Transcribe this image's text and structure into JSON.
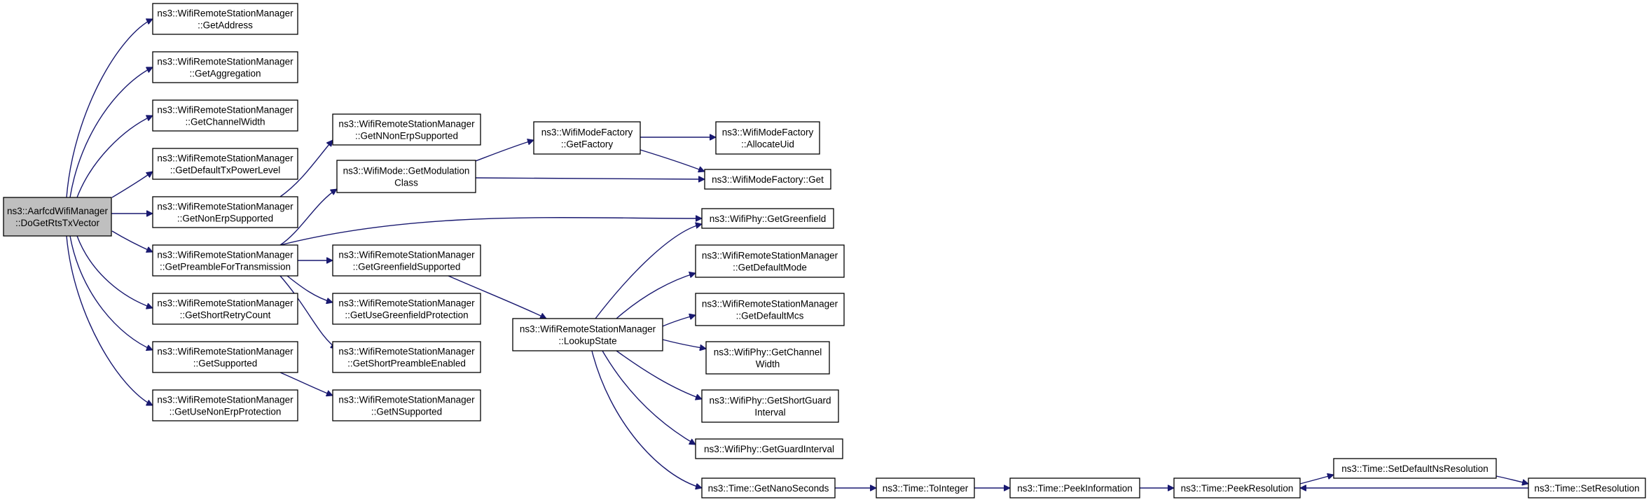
{
  "colors": {
    "edge": "#191970",
    "root_fill": "#bfbfbf",
    "node_fill": "#ffffff",
    "border": "#000000"
  },
  "nodes": [
    {
      "id": "root",
      "lines": [
        "ns3::AarfcdWifiManager",
        "::DoGetRtsTxVector"
      ]
    },
    {
      "id": "getAddress",
      "lines": [
        "ns3::WifiRemoteStationManager",
        "::GetAddress"
      ]
    },
    {
      "id": "getAggregation",
      "lines": [
        "ns3::WifiRemoteStationManager",
        "::GetAggregation"
      ]
    },
    {
      "id": "getChannelWidth",
      "lines": [
        "ns3::WifiRemoteStationManager",
        "::GetChannelWidth"
      ]
    },
    {
      "id": "getDefaultTxPowerLevel",
      "lines": [
        "ns3::WifiRemoteStationManager",
        "::GetDefaultTxPowerLevel"
      ]
    },
    {
      "id": "getNonErpSupported",
      "lines": [
        "ns3::WifiRemoteStationManager",
        "::GetNonErpSupported"
      ]
    },
    {
      "id": "getPreambleForTransmission",
      "lines": [
        "ns3::WifiRemoteStationManager",
        "::GetPreambleForTransmission"
      ]
    },
    {
      "id": "getShortRetryCount",
      "lines": [
        "ns3::WifiRemoteStationManager",
        "::GetShortRetryCount"
      ]
    },
    {
      "id": "getSupported",
      "lines": [
        "ns3::WifiRemoteStationManager",
        "::GetSupported"
      ]
    },
    {
      "id": "getUseNonErpProtection",
      "lines": [
        "ns3::WifiRemoteStationManager",
        "::GetUseNonErpProtection"
      ]
    },
    {
      "id": "getNNonErpSupported",
      "lines": [
        "ns3::WifiRemoteStationManager",
        "::GetNNonErpSupported"
      ]
    },
    {
      "id": "getModulationClass",
      "lines": [
        "ns3::WifiMode::GetModulation",
        "Class"
      ]
    },
    {
      "id": "getGreenfieldSupported",
      "lines": [
        "ns3::WifiRemoteStationManager",
        "::GetGreenfieldSupported"
      ]
    },
    {
      "id": "getUseGreenfieldProtection",
      "lines": [
        "ns3::WifiRemoteStationManager",
        "::GetUseGreenfieldProtection"
      ]
    },
    {
      "id": "getShortPreambleEnabled",
      "lines": [
        "ns3::WifiRemoteStationManager",
        "::GetShortPreambleEnabled"
      ]
    },
    {
      "id": "getNSupported",
      "lines": [
        "ns3::WifiRemoteStationManager",
        "::GetNSupported"
      ]
    },
    {
      "id": "getFactory",
      "lines": [
        "ns3::WifiModeFactory",
        "::GetFactory"
      ]
    },
    {
      "id": "lookupState",
      "lines": [
        "ns3::WifiRemoteStationManager",
        "::LookupState"
      ]
    },
    {
      "id": "allocateUid",
      "lines": [
        "ns3::WifiModeFactory",
        "::AllocateUid"
      ]
    },
    {
      "id": "factoryGet",
      "lines": [
        "ns3::WifiModeFactory::Get"
      ]
    },
    {
      "id": "getGreenfield",
      "lines": [
        "ns3::WifiPhy::GetGreenfield"
      ]
    },
    {
      "id": "getDefaultMode",
      "lines": [
        "ns3::WifiRemoteStationManager",
        "::GetDefaultMode"
      ]
    },
    {
      "id": "getDefaultMcs",
      "lines": [
        "ns3::WifiRemoteStationManager",
        "::GetDefaultMcs"
      ]
    },
    {
      "id": "phyGetChannelWidth",
      "lines": [
        "ns3::WifiPhy::GetChannel",
        "Width"
      ]
    },
    {
      "id": "getShortGuardInterval",
      "lines": [
        "ns3::WifiPhy::GetShortGuard",
        "Interval"
      ]
    },
    {
      "id": "getGuardInterval",
      "lines": [
        "ns3::WifiPhy::GetGuardInterval"
      ]
    },
    {
      "id": "getNanoSeconds",
      "lines": [
        "ns3::Time::GetNanoSeconds"
      ]
    },
    {
      "id": "toInteger",
      "lines": [
        "ns3::Time::ToInteger"
      ]
    },
    {
      "id": "peekInformation",
      "lines": [
        "ns3::Time::PeekInformation"
      ]
    },
    {
      "id": "peekResolution",
      "lines": [
        "ns3::Time::PeekResolution"
      ]
    },
    {
      "id": "setDefaultNsResolution",
      "lines": [
        "ns3::Time::SetDefaultNsResolution"
      ]
    },
    {
      "id": "setResolution",
      "lines": [
        "ns3::Time::SetResolution"
      ]
    }
  ],
  "edges": [
    [
      "root",
      "getAddress"
    ],
    [
      "root",
      "getAggregation"
    ],
    [
      "root",
      "getChannelWidth"
    ],
    [
      "root",
      "getDefaultTxPowerLevel"
    ],
    [
      "root",
      "getNonErpSupported"
    ],
    [
      "root",
      "getPreambleForTransmission"
    ],
    [
      "root",
      "getShortRetryCount"
    ],
    [
      "root",
      "getSupported"
    ],
    [
      "root",
      "getUseNonErpProtection"
    ],
    [
      "getNonErpSupported",
      "getNNonErpSupported"
    ],
    [
      "getPreambleForTransmission",
      "getModulationClass"
    ],
    [
      "getPreambleForTransmission",
      "getGreenfield"
    ],
    [
      "getPreambleForTransmission",
      "getGreenfieldSupported"
    ],
    [
      "getPreambleForTransmission",
      "getUseGreenfieldProtection"
    ],
    [
      "getPreambleForTransmission",
      "getShortPreambleEnabled"
    ],
    [
      "getSupported",
      "getNSupported"
    ],
    [
      "getModulationClass",
      "getFactory"
    ],
    [
      "getModulationClass",
      "factoryGet"
    ],
    [
      "getFactory",
      "allocateUid"
    ],
    [
      "getFactory",
      "factoryGet"
    ],
    [
      "getGreenfieldSupported",
      "lookupState"
    ],
    [
      "lookupState",
      "getGreenfield"
    ],
    [
      "lookupState",
      "getDefaultMode"
    ],
    [
      "lookupState",
      "getDefaultMcs"
    ],
    [
      "lookupState",
      "phyGetChannelWidth"
    ],
    [
      "lookupState",
      "getShortGuardInterval"
    ],
    [
      "lookupState",
      "getGuardInterval"
    ],
    [
      "lookupState",
      "getNanoSeconds"
    ],
    [
      "getNanoSeconds",
      "toInteger"
    ],
    [
      "toInteger",
      "peekInformation"
    ],
    [
      "peekInformation",
      "peekResolution"
    ],
    [
      "peekResolution",
      "setDefaultNsResolution"
    ],
    [
      "setDefaultNsResolution",
      "setResolution"
    ],
    [
      "setResolution",
      "peekResolution"
    ]
  ]
}
